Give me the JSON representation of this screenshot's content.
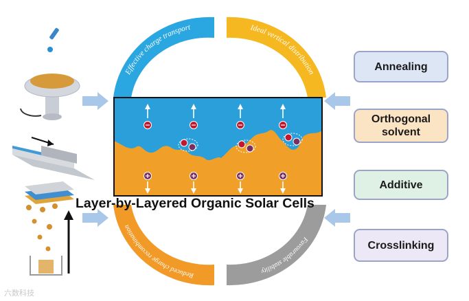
{
  "title": "Layer-by-Layered Organic Solar Cells",
  "arcs": {
    "top_left": "Effective charge transport",
    "top_right": "Ideal vertical distribution",
    "bottom_left": "Reduced charge recombination",
    "bottom_right": "Favourable stability"
  },
  "methods": [
    "Annealing",
    "Orthogonal solvent",
    "Additive",
    "Crosslinking"
  ],
  "watermark": "六数科技",
  "colors": {
    "blue_layer": "#2b9fd9",
    "orange_layer": "#f0a028",
    "arc_blue": "#2aa6e0",
    "arc_yellow": "#f6b820",
    "arc_orange": "#f29a27",
    "arc_gray": "#9c9c9c",
    "hole_marker": "#c0182e",
    "electron_marker": "#7a2f62"
  },
  "icons": [
    "dropper-icon",
    "spin-coater-icon",
    "rotation-arrow-icon",
    "blade-coater-icon",
    "layer-stack-icon",
    "evaporation-source-icon",
    "charge-hole-icon",
    "charge-electron-icon",
    "flow-arrow-icon"
  ]
}
